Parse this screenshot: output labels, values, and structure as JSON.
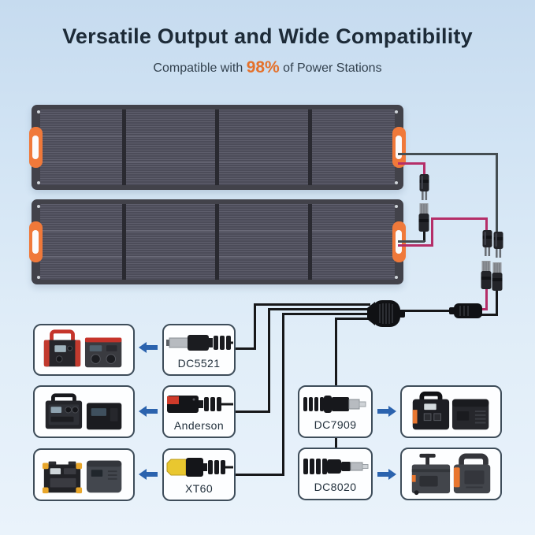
{
  "header": {
    "title": "Versatile Output and Wide Compatibility",
    "subtitle": {
      "prefix": "Compatible with ",
      "highlight": "98%",
      "suffix": " of Power Stations"
    }
  },
  "labels": {
    "dc5521": "DC5521",
    "anderson": "Anderson",
    "xt60": "XT60",
    "dc7909": "DC7909",
    "dc8020": "DC8020"
  },
  "diagram": {
    "panels": [
      "solar-panel-1",
      "solar-panel-2"
    ],
    "compatibility_rows": [
      {
        "connector": "DC5521",
        "arrow": "left",
        "target": "power-stations-red-pair"
      },
      {
        "connector": "Anderson",
        "arrow": "left",
        "target": "power-stations-dark-pair"
      },
      {
        "connector": "XT60",
        "arrow": "left",
        "target": "power-stations-rugged-pair"
      },
      {
        "connector": "DC7909",
        "arrow": "right",
        "target": "power-stations-orange-accent-pair"
      },
      {
        "connector": "DC8020",
        "arrow": "right",
        "target": "power-stations-gray-pair"
      }
    ],
    "icons": [
      "mc4-connector-icon",
      "cable-splitter-icon",
      "dc-adapter-icon",
      "left-arrow-icon",
      "right-arrow-icon",
      "power-station-icon"
    ]
  },
  "colors": {
    "background_top": "#c6dbef",
    "background_bottom": "#eaf3fb",
    "title": "#1d2b38",
    "subtitle": "#33424f",
    "highlight_orange": "#e4712b",
    "arrow_blue": "#2b63ae",
    "wire_dark": "#454e52",
    "wire_magenta": "#b52e68",
    "wire_black": "#17181a",
    "panel_frame": "#42424a",
    "panel_handle_orange": "#f0793a",
    "card_border": "#3e4d5a"
  }
}
